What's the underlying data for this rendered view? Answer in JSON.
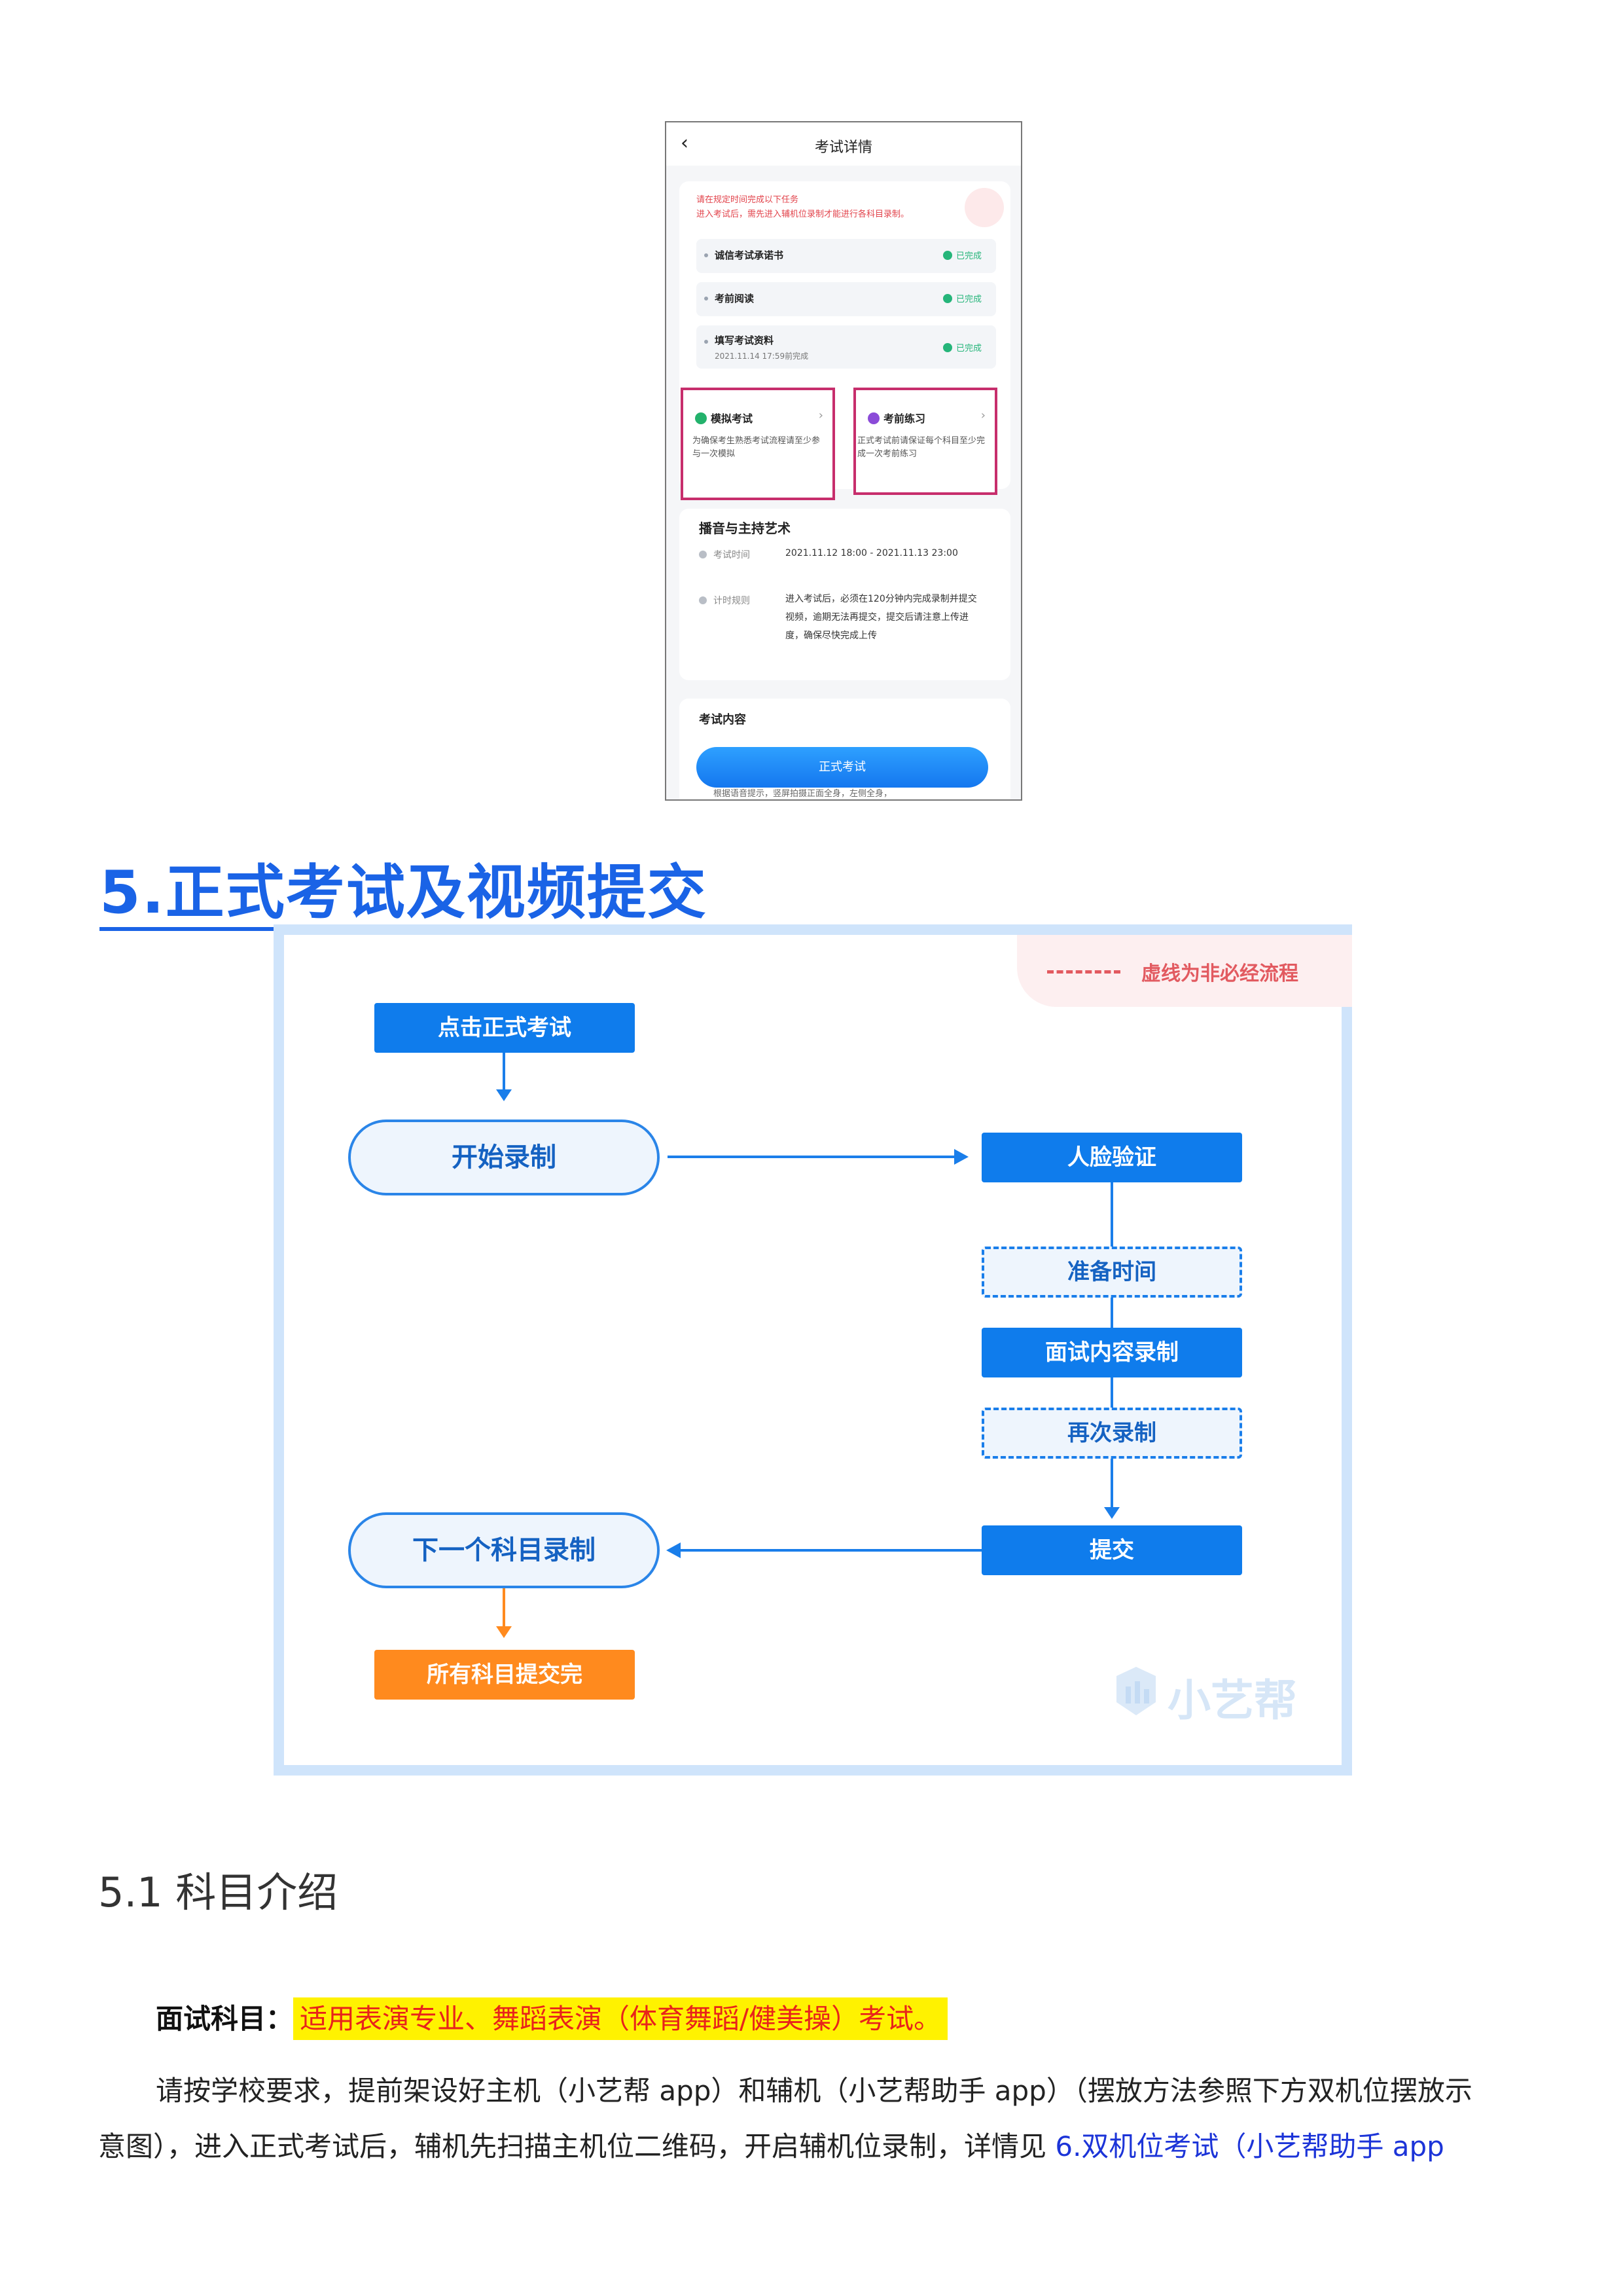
{
  "phone": {
    "title": "考试详情",
    "back_icon": "chevron-left-icon",
    "notice_line1": "请在规定时间完成以下任务",
    "notice_line2": "进入考试后，需先进入辅机位录制才能进行各科目录制。",
    "tasks": [
      {
        "label": "诚信考试承诺书",
        "sub": "",
        "status": "已完成"
      },
      {
        "label": "考前阅读",
        "sub": "",
        "status": "已完成"
      },
      {
        "label": "填写考试资料",
        "sub": "2021.11.14 17:59前完成",
        "status": "已完成"
      }
    ],
    "mock": {
      "title": "模拟考试",
      "desc": "为确保考生熟悉考试流程请至少参与一次模拟"
    },
    "practice": {
      "title": "考前练习",
      "desc": "正式考试前请保证每个科目至少完成一次考前练习"
    },
    "subject": "播音与主持艺术",
    "exam_time_label": "考试时间",
    "exam_time_value": "2021.11.12 18:00 - 2021.11.13 23:00",
    "timing_label": "计时规则",
    "timing_value": "进入考试后，必须在120分钟内完成录制并提交视频，逾期无法再提交，提交后请注意上传进度，确保尽快完成上传",
    "content_title": "考试内容",
    "start_button": "正式考试",
    "bottom_tip": "根据语音提示，竖屏拍摄正面全身，左侧全身，"
  },
  "heading_5": "5.正式考试及视频提交",
  "flow": {
    "legend": "虚线为非必经流程",
    "click_exam": "点击正式考试",
    "start_record": "开始录制",
    "face_verify": "人脸验证",
    "prepare_time": "准备时间",
    "interview_record": "面试内容录制",
    "re_record": "再次录制",
    "submit": "提交",
    "next_subject": "下一个科目录制",
    "all_done": "所有科目提交完",
    "watermark": "小艺帮",
    "colors": {
      "blue": "#0f7cec",
      "orange": "#ff8a1e",
      "dash_red": "#e25a60",
      "border": "#cfe4fb"
    }
  },
  "heading_51": "5.1 科目介绍",
  "para1_label": "面试科目：",
  "para1_highlight": "适用表演专业、舞蹈表演（体育舞蹈/健美操）考试。",
  "para2": "请按学校要求，提前架设好主机（小艺帮 app）和辅机（小艺帮助手 app）（摆放方法参照下方双机位摆放示",
  "para3_text": "意图），进入正式考试后，辅机先扫描主机位二维码，开启辅机位录制，详情见 ",
  "para3_link": "6.双机位考试（小艺帮助手 app"
}
